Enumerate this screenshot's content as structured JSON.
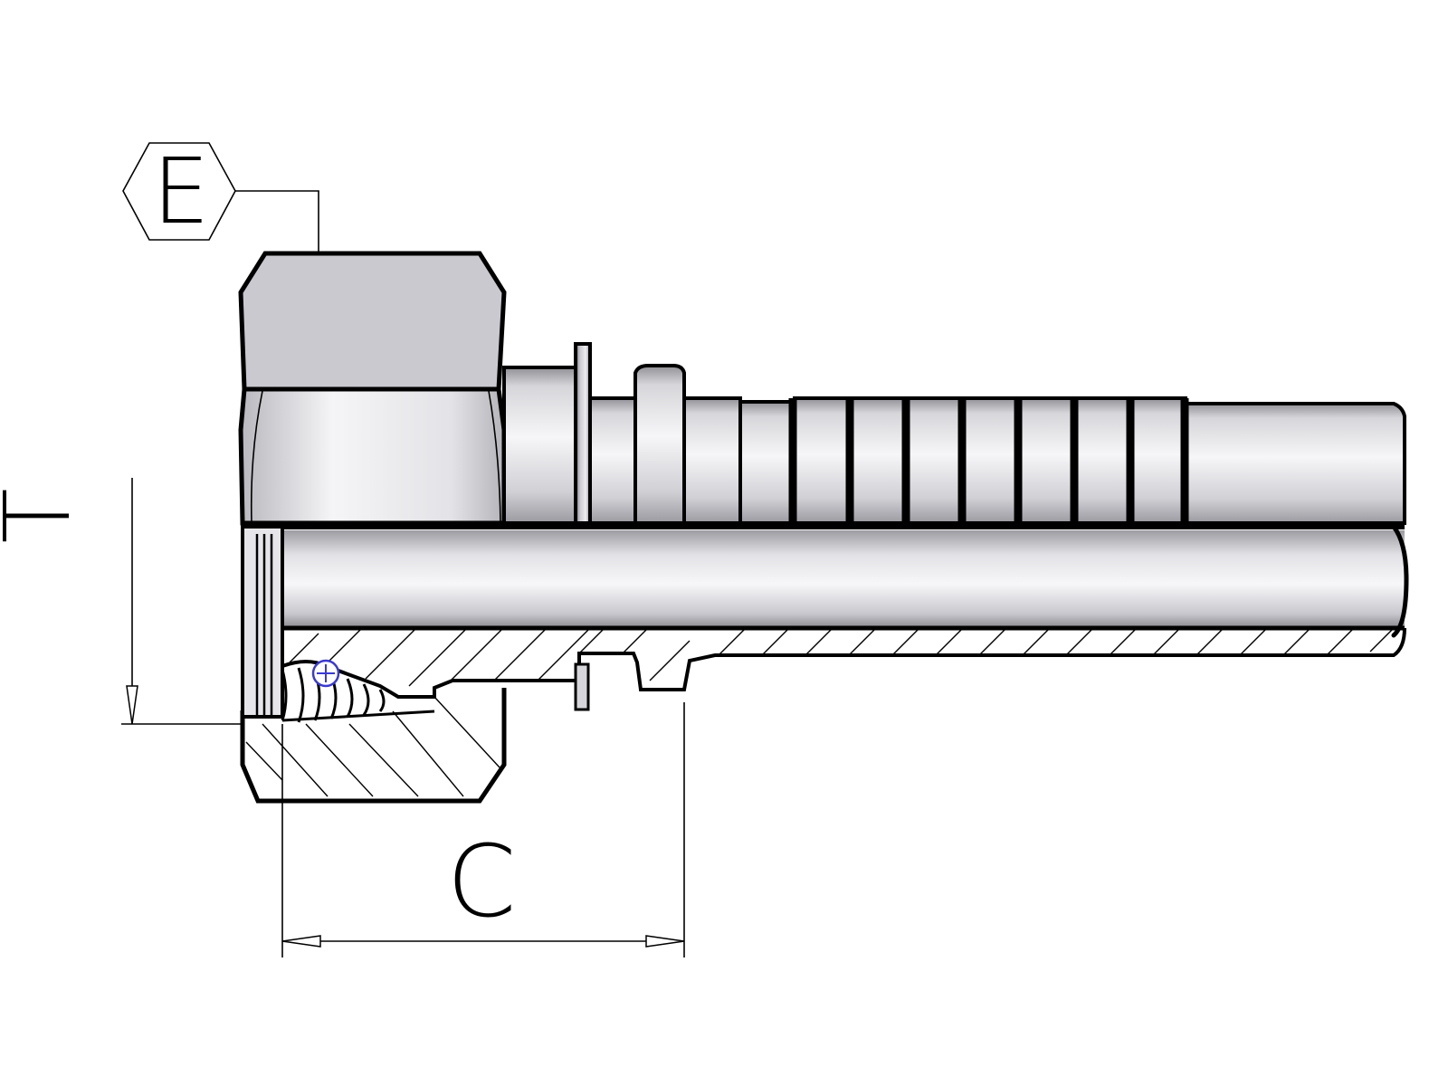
{
  "labels": {
    "hex_size": "E",
    "thread": "T",
    "length": "C"
  },
  "colors": {
    "hex_face": "#c9c9cf",
    "metal_light": "#f4f4f6",
    "metal_mid": "#d6d6da",
    "metal_dark": "#8f8f95",
    "line": "#000000",
    "marker": "#3a3ad0"
  }
}
